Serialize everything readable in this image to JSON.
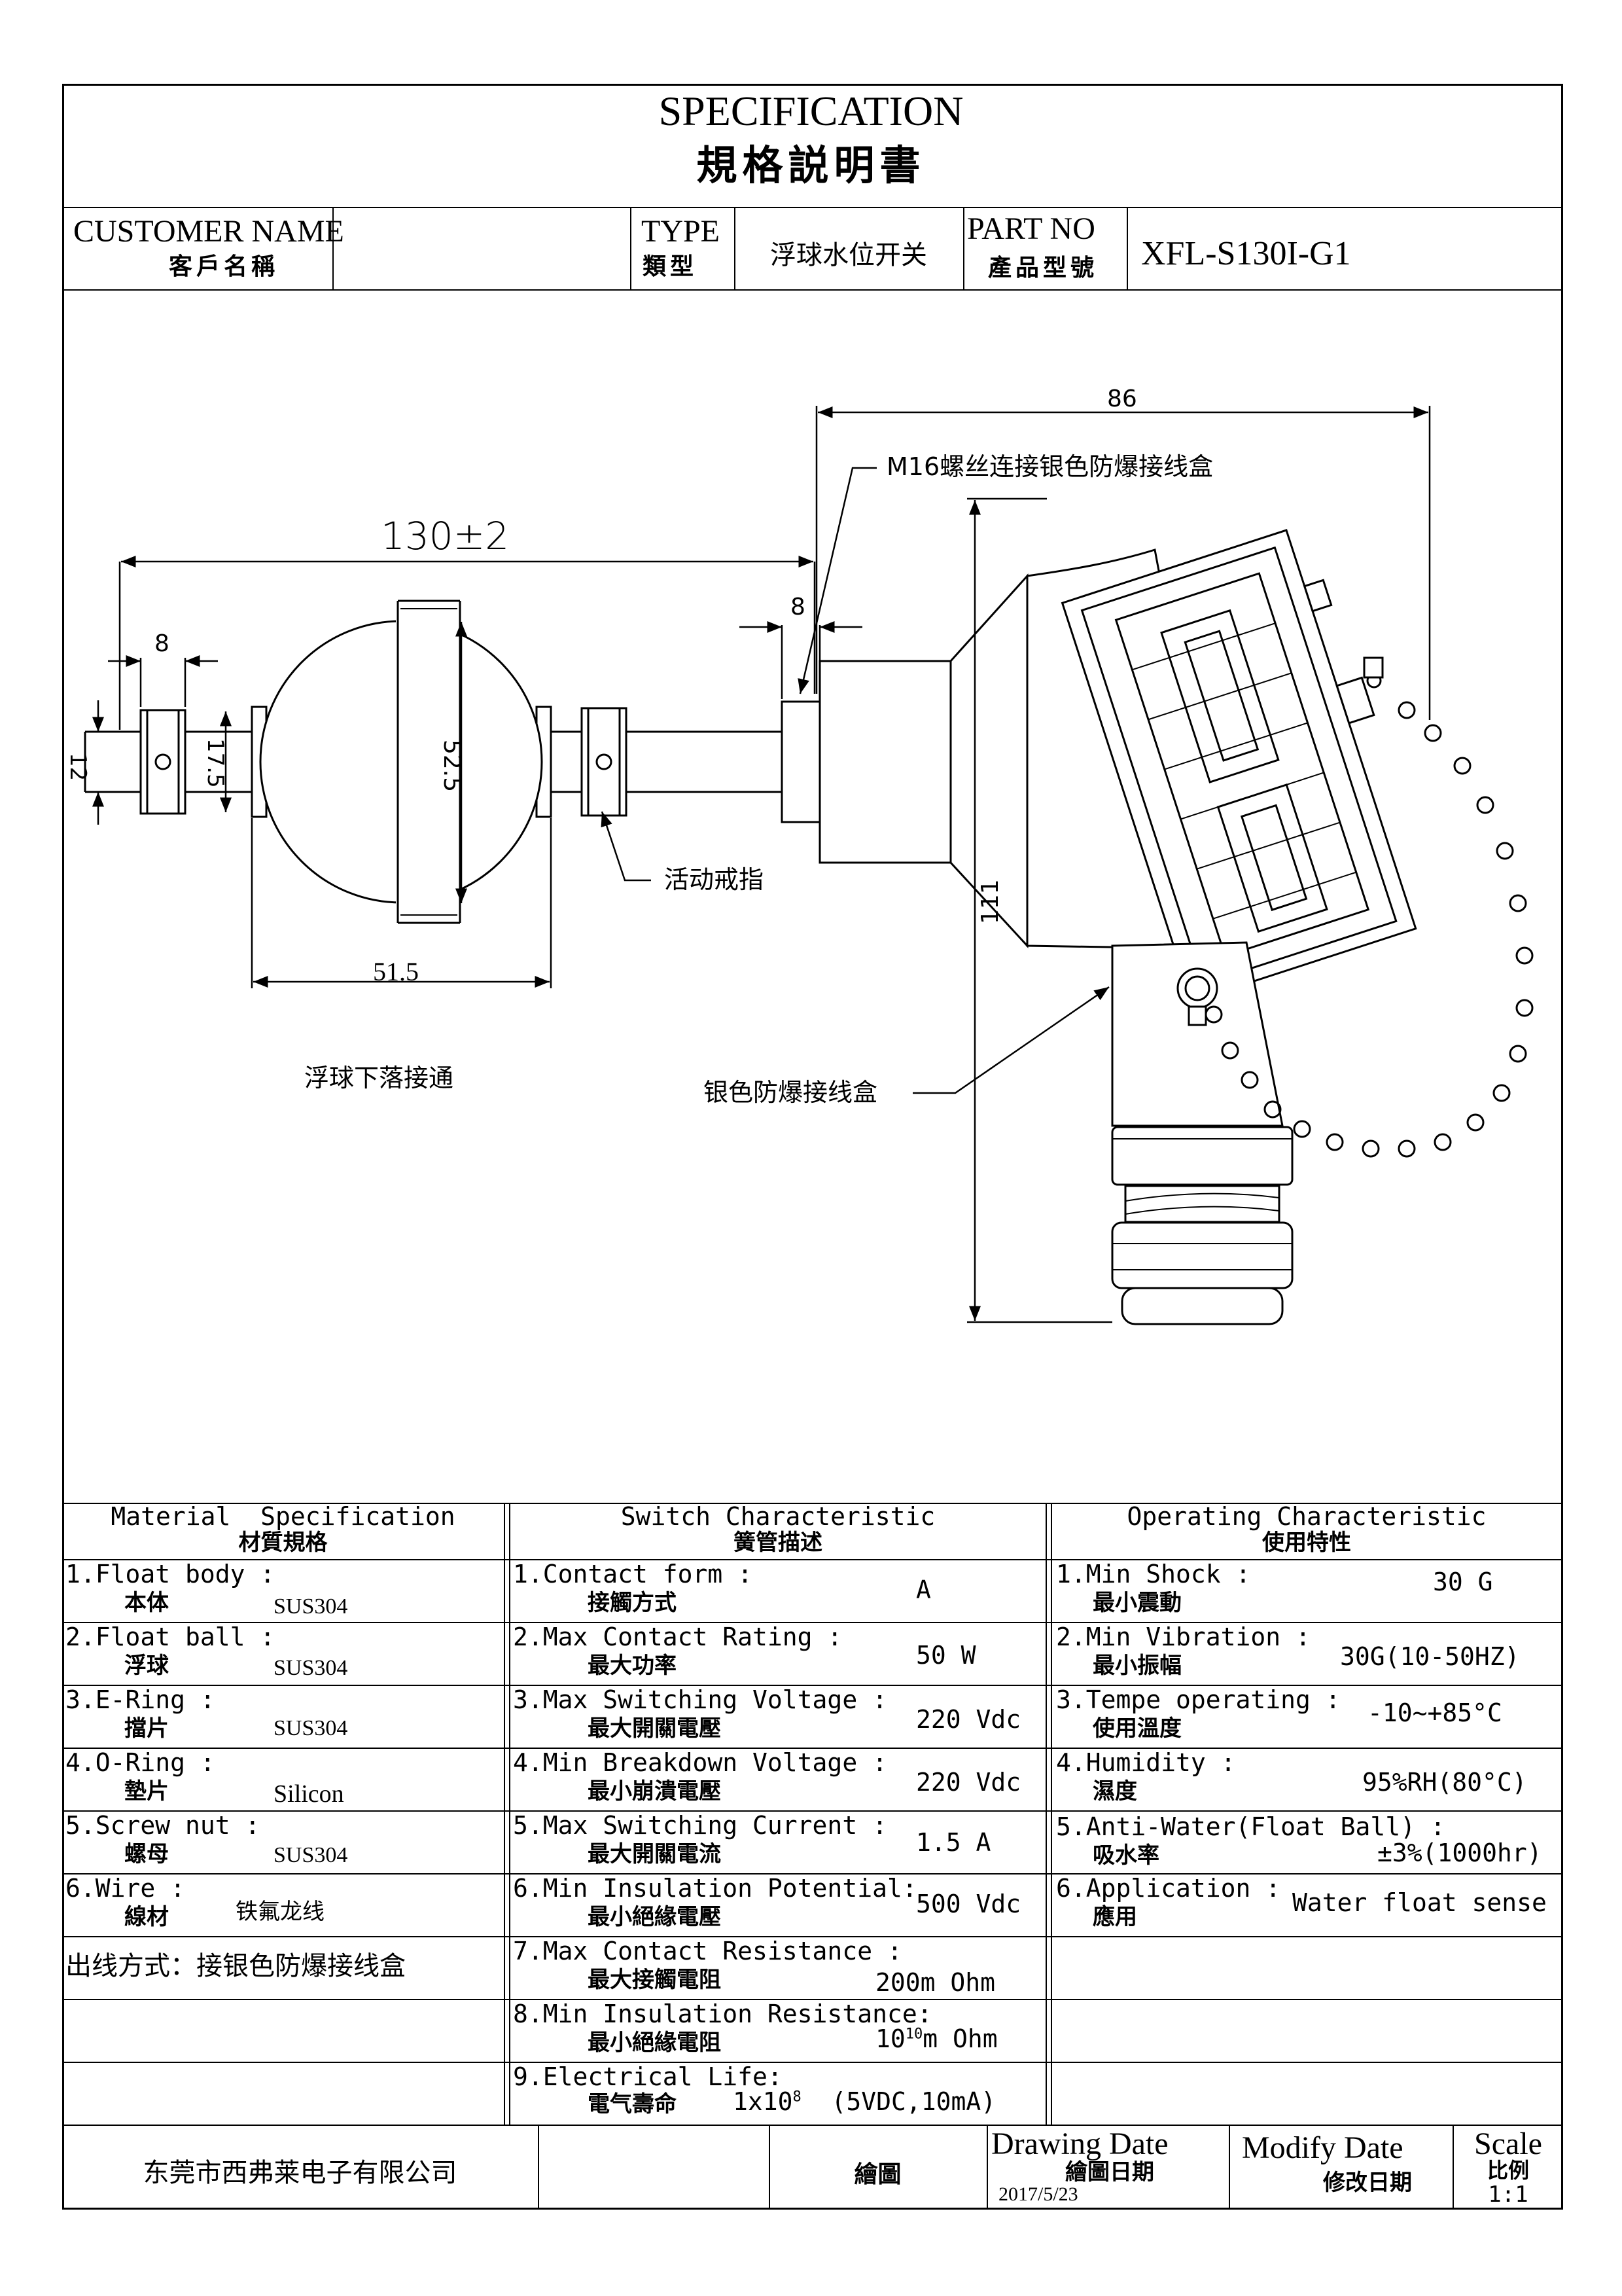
{
  "header": {
    "title_en": "SPECIFICATION",
    "title_zh": "規格説明書",
    "customer_label_en": "CUSTOMER NAME",
    "customer_label_zh": "客戶名稱",
    "customer_value": "",
    "type_label_en": "TYPE",
    "type_label_zh": "類型",
    "type_value": "浮球水位开关",
    "part_label_en": "PART NO",
    "part_label_zh": "產品型號",
    "part_value": "XFL-S130I-G1"
  },
  "drawing": {
    "dim_total_length": "130±2",
    "dim_eclip_width": "8",
    "dim_thread_length": "8",
    "dim_rod_dia": "12",
    "dim_eclip_dia": "17.5",
    "dim_ball_dia": "52.5",
    "dim_ball_width": "51.5",
    "dim_box_width": "86",
    "dim_box_height": "111",
    "label_box_thread": "M16螺丝连接银色防爆接线盒",
    "label_movable_ring": "活动戒指",
    "label_float_drop": "浮球下落接通",
    "label_box": "银色防爆接线盒"
  },
  "material": {
    "header_en": "Material  Specification",
    "header_zh": "材質規格",
    "rows": [
      {
        "en": "1.Float body :",
        "zh": "本体",
        "value": "SUS304"
      },
      {
        "en": "2.Float ball :",
        "zh": "浮球",
        "value": "SUS304"
      },
      {
        "en": "3.E-Ring :",
        "zh": "擋片",
        "value": "SUS304"
      },
      {
        "en": "4.O-Ring :",
        "zh": "墊片",
        "value": "Silicon"
      },
      {
        "en": "5.Screw nut :",
        "zh": "螺母",
        "value": "SUS304"
      },
      {
        "en": "6.Wire :",
        "zh": "線材",
        "value": "铁氟龙线"
      }
    ],
    "outlet_note": "出线方式：接银色防爆接线盒"
  },
  "switch": {
    "header_en": "Switch Characteristic",
    "header_zh": "簧管描述",
    "rows": [
      {
        "en": "1.Contact form :",
        "zh": "接觸方式",
        "value": "A"
      },
      {
        "en": "2.Max Contact Rating :",
        "zh": "最大功率",
        "value": "50 W"
      },
      {
        "en": "3.Max Switching Voltage :",
        "zh": "最大開關電壓",
        "value": "220 Vdc"
      },
      {
        "en": "4.Min Breakdown Voltage :",
        "zh": "最小崩潰電壓",
        "value": "220 Vdc"
      },
      {
        "en": "5.Max Switching Current :",
        "zh": "最大開關電流",
        "value": "1.5 A"
      },
      {
        "en": "6.Min Insulation Potential:",
        "zh": "最小絕緣電壓",
        "value": "500 Vdc"
      },
      {
        "en": "7.Max Contact Resistance :",
        "zh": "最大接觸電阻",
        "value": "200m Ohm"
      },
      {
        "en": "8.Min Insulation Resistance:",
        "zh": "最小絕緣電阻",
        "value": "10",
        "exp": "10",
        "unit": "m Ohm"
      },
      {
        "en": "9.Electrical Life:",
        "zh": "電气壽命",
        "value": "1x10",
        "exp": "8",
        "unit": "(5VDC,10mA)"
      }
    ]
  },
  "operating": {
    "header_en": "Operating Characteristic",
    "header_zh": "使用特性",
    "rows": [
      {
        "en": "1.Min Shock :",
        "zh": "最小震動",
        "value": "30 G"
      },
      {
        "en": "2.Min Vibration :",
        "zh": "最小振幅",
        "value": "30G(10-50HZ)"
      },
      {
        "en": "3.Tempe operating :",
        "zh": "使用溫度",
        "value": "-10~+85°C"
      },
      {
        "en": "4.Humidity :",
        "zh": "濕度",
        "value": "95%RH(80°C)"
      },
      {
        "en": "5.Anti-Water(Float Ball) :",
        "zh": "吸水率",
        "value": "±3%(1000hr)"
      },
      {
        "en": "6.Application :",
        "zh": "應用",
        "value": "Water float sense"
      }
    ]
  },
  "footer": {
    "company": "东莞市西弗莱电子有限公司",
    "drawn_label": "繪圖",
    "drawing_date_en": "Drawing Date",
    "drawing_date_zh": "繪圖日期",
    "drawing_date_value": "2017/5/23",
    "modify_date_en": "Modify Date",
    "modify_date_zh": "修改日期",
    "scale_en": "Scale",
    "scale_zh": "比例",
    "scale_value": "1:1"
  }
}
